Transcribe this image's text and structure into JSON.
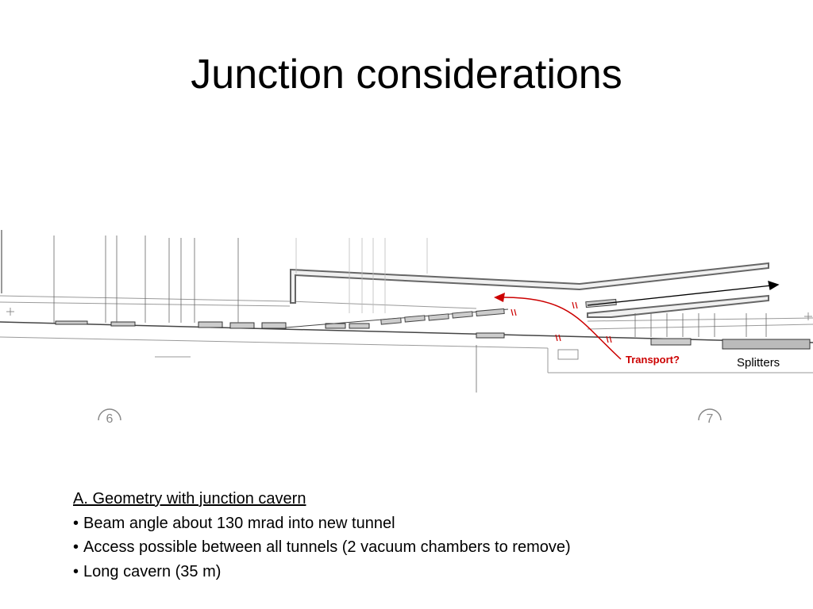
{
  "slide": {
    "title": "Junction considerations"
  },
  "diagram": {
    "transport_label": "Transport?",
    "splitters_label": "Splitters",
    "point_labels": [
      "6",
      "7"
    ]
  },
  "notes": {
    "heading": "A. Geometry with junction cavern",
    "bullets": [
      "Beam angle about 130 mrad into new tunnel",
      "Access possible between all tunnels (2 vacuum chambers to remove)",
      "Long cavern (35 m)"
    ]
  }
}
